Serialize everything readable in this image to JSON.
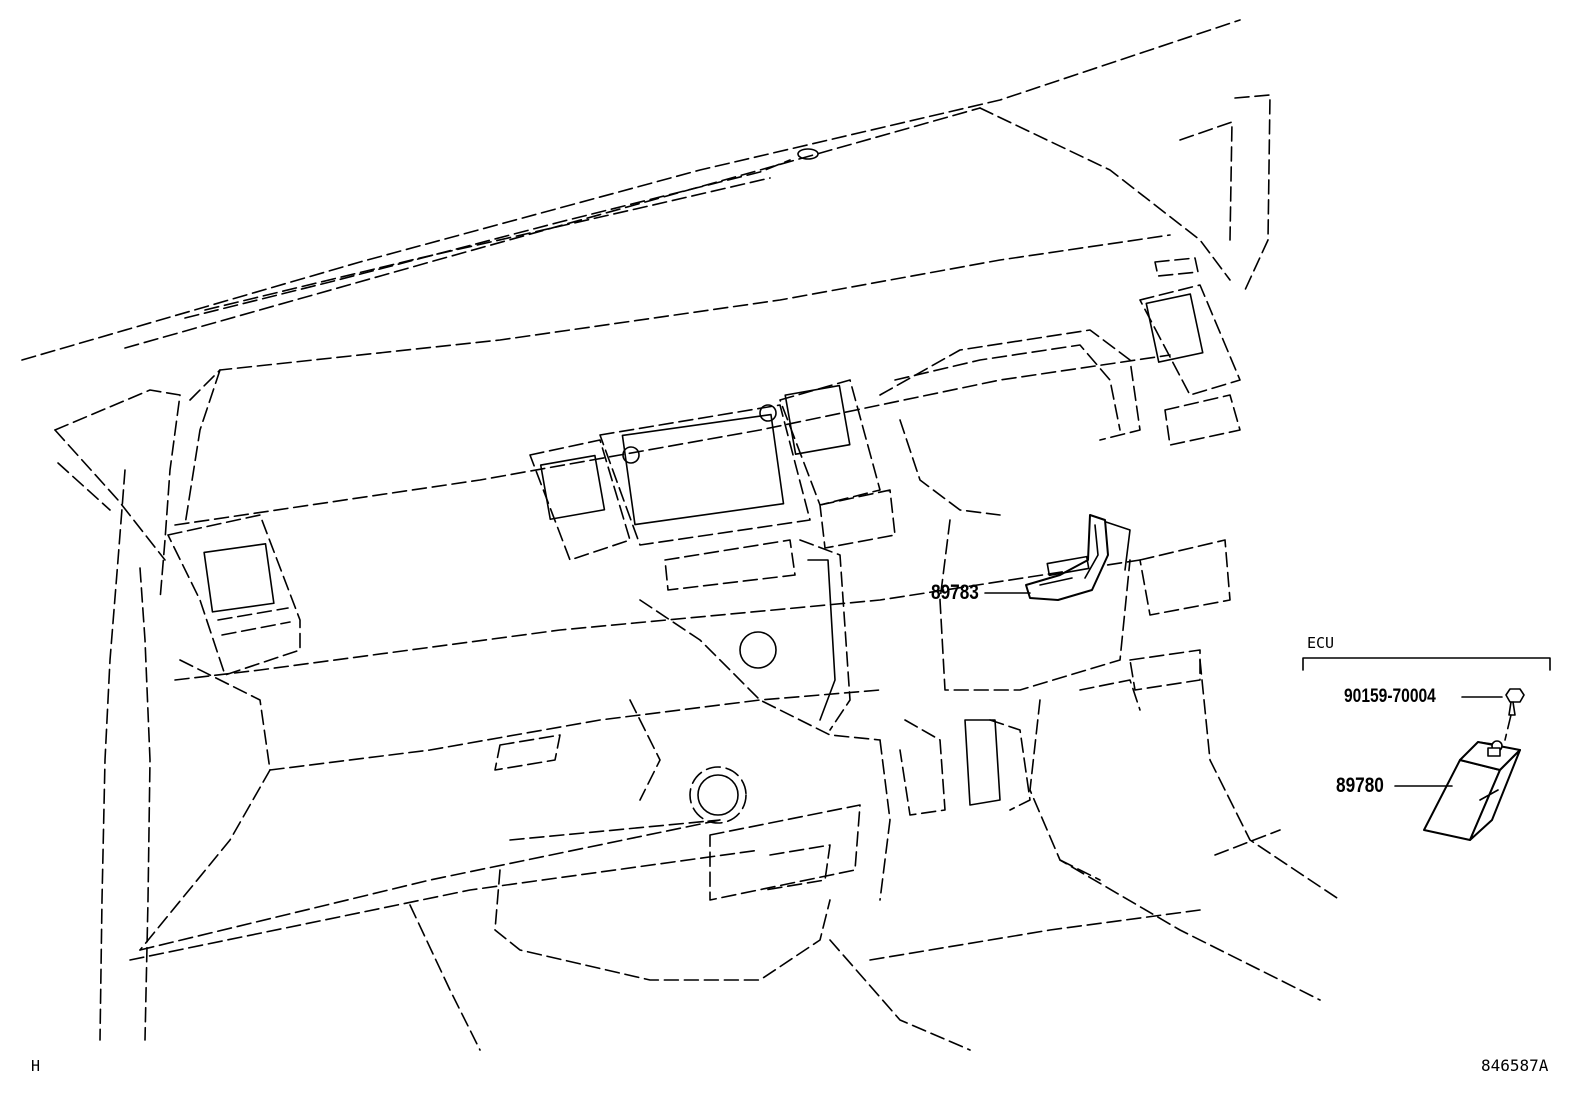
{
  "diagram": {
    "callouts": {
      "switch": "89783",
      "bolt": "90159-70004",
      "ecu_unit": "89780"
    },
    "group_label": "ECU",
    "corner_left": "H",
    "illustration_id": "846587A"
  }
}
